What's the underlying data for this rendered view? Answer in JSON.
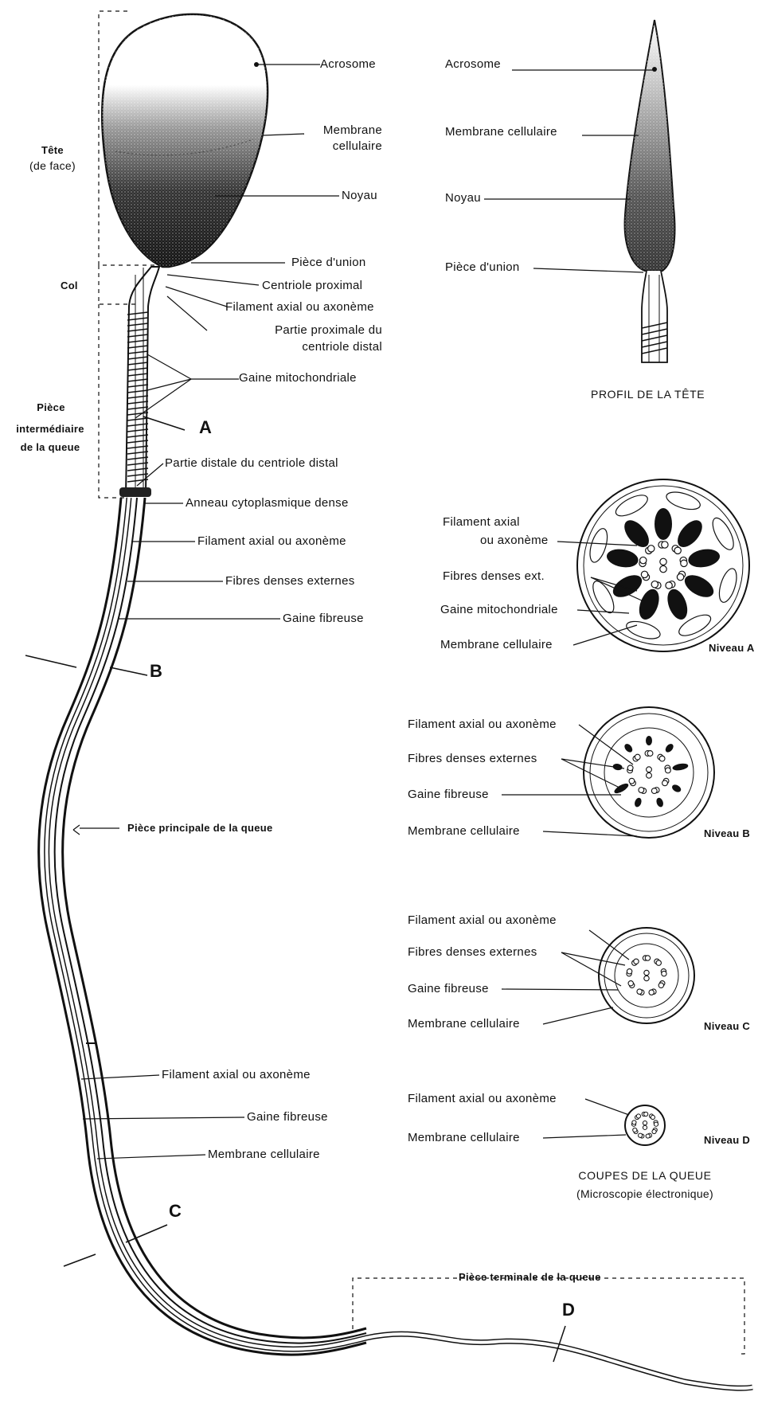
{
  "main_view": {
    "regions": {
      "tete": "Tête",
      "tete_sub": "(de face)",
      "col": "Col",
      "piece_intermediaire_1": "Pièce",
      "piece_intermediaire_2": "intermédiaire",
      "piece_intermediaire_3": "de la queue",
      "piece_principale": "Pièce principale de la queue",
      "piece_terminale": "Pièce terminale de la queue"
    },
    "labels": {
      "acrosome": "Acrosome",
      "membrane_1": "Membrane",
      "membrane_2": "cellulaire",
      "noyau": "Noyau",
      "piece_union": "Pièce d'union",
      "centriole_proximal": "Centriole proximal",
      "filament_axial": "Filament axial ou axonème",
      "partie_proximale_1": "Partie proximale du",
      "partie_proximale_2": "centriole distal",
      "gaine_mito": "Gaine mitochondriale",
      "partie_distale": "Partie distale du centriole distal",
      "anneau": "Anneau cytoplasmique dense",
      "filament_axial_2": "Filament axial ou axonème",
      "fibres_denses": "Fibres denses externes",
      "gaine_fibreuse": "Gaine fibreuse",
      "filament_axial_3": "Filament axial ou axonème",
      "gaine_fibreuse_2": "Gaine fibreuse",
      "membrane_cellulaire": "Membrane cellulaire"
    },
    "section_letters": {
      "a": "A",
      "b": "B",
      "c": "C",
      "d": "D"
    }
  },
  "profile_view": {
    "acrosome": "Acrosome",
    "membrane": "Membrane cellulaire",
    "noyau": "Noyau",
    "piece_union": "Pièce d'union",
    "caption": "PROFIL DE LA TÊTE"
  },
  "sections": {
    "a": {
      "filament_1": "Filament axial",
      "filament_2": "ou axonème",
      "fibres": "Fibres denses ext.",
      "gaine": "Gaine mitochondriale",
      "membrane": "Membrane cellulaire",
      "level": "Niveau A"
    },
    "b": {
      "filament": "Filament axial ou axonème",
      "fibres": "Fibres denses externes",
      "gaine": "Gaine fibreuse",
      "membrane": "Membrane cellulaire",
      "level": "Niveau B"
    },
    "c": {
      "filament": "Filament axial ou axonème",
      "fibres": "Fibres denses externes",
      "gaine": "Gaine fibreuse",
      "membrane": "Membrane cellulaire",
      "level": "Niveau C"
    },
    "d": {
      "filament": "Filament axial ou axonème",
      "membrane": "Membrane cellulaire",
      "level": "Niveau D"
    },
    "caption_1": "COUPES DE LA QUEUE",
    "caption_2": "(Microscopie électronique)"
  },
  "colors": {
    "ink": "#111111",
    "paper": "#ffffff"
  }
}
